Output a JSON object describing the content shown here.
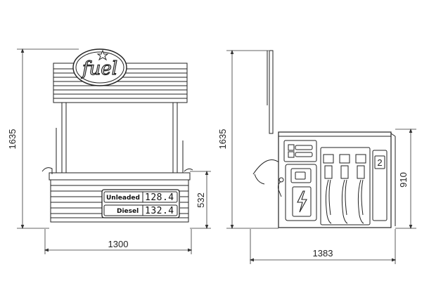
{
  "front_view": {
    "sign_label": "fuel",
    "height_label": "1635",
    "counter_height_label": "532",
    "width_label": "1300",
    "price_rows": [
      {
        "fuel": "Unleaded",
        "price": "128.4"
      },
      {
        "fuel": "Diesel",
        "price": "132.4"
      }
    ]
  },
  "side_view": {
    "height_label": "1635",
    "pump_height_label": "910",
    "width_label": "1383",
    "pump_number": "2"
  }
}
